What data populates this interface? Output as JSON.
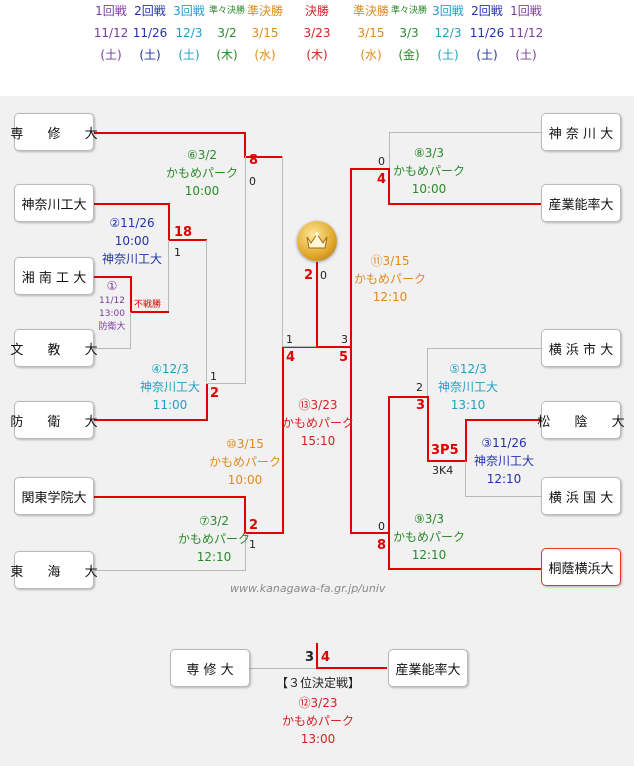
{
  "header": {
    "rounds": [
      {
        "label": "1回戦",
        "date": "11/12",
        "day": "(土)",
        "color": "#7a3c9c"
      },
      {
        "label": "2回戦",
        "date": "11/26",
        "day": "(土)",
        "color": "#2233aa"
      },
      {
        "label": "3回戦",
        "date": "12/3",
        "day": "(土)",
        "color": "#1f9fc4"
      },
      {
        "label": "準々決勝",
        "date": "3/2",
        "day": "(木)",
        "color": "#2a8a2a"
      },
      {
        "label": "準決勝",
        "date": "3/15",
        "day": "(水)",
        "color": "#e08a1c"
      },
      {
        "label": "決勝",
        "date": "3/23",
        "day": "(木)",
        "color": "#d42222"
      },
      {
        "label": "準決勝",
        "date": "3/15",
        "day": "(水)",
        "color": "#e08a1c"
      },
      {
        "label": "準々決勝",
        "date": "3/3",
        "day": "(金)",
        "color": "#2a8a2a"
      },
      {
        "label": "3回戦",
        "date": "12/3",
        "day": "(土)",
        "color": "#1f9fc4"
      },
      {
        "label": "2回戦",
        "date": "11/26",
        "day": "(土)",
        "color": "#2233aa"
      },
      {
        "label": "1回戦",
        "date": "11/12",
        "day": "(土)",
        "color": "#7a3c9c"
      }
    ]
  },
  "teams": {
    "l1": "専 修 大",
    "l2": "神奈川工大",
    "l3": "湘 南 工 大",
    "l4": "文 教 大",
    "l5": "防 衛 大",
    "l6": "関東学院大",
    "l7": "東 海 大",
    "r1": "神 奈 川 大",
    "r2": "産業能率大",
    "r3": "横 浜 市 大",
    "r4": "松 陰 大",
    "r5": "横 浜 国 大",
    "r6": "桐蔭横浜大",
    "t1": "専 修 大",
    "t2": "産業能率大"
  },
  "games": {
    "g1": {
      "no": "①",
      "date": "11/12",
      "venue": "13:00",
      "host": "防衛大",
      "forfeit": "不戦勝"
    },
    "g2": {
      "no": "②",
      "date": "11/26",
      "venue": "10:00",
      "host": "神奈川工大"
    },
    "g3": {
      "no": "③",
      "date": "11/26",
      "venue": "神奈川工大",
      "time": "12:10"
    },
    "g4": {
      "no": "④",
      "date": "12/3",
      "venue": "神奈川工大",
      "time": "11:00"
    },
    "g5": {
      "no": "⑤",
      "date": "12/3",
      "venue": "神奈川工大",
      "time": "13:10"
    },
    "g6": {
      "no": "⑥",
      "date": "3/2",
      "venue": "かもめパーク",
      "time": "10:00"
    },
    "g7": {
      "no": "⑦",
      "date": "3/2",
      "venue": "かもめパーク",
      "time": "12:10"
    },
    "g8": {
      "no": "⑧",
      "date": "3/3",
      "venue": "かもめパーク",
      "time": "10:00"
    },
    "g9": {
      "no": "⑨",
      "date": "3/3",
      "venue": "かもめパーク",
      "time": "12:10"
    },
    "g10": {
      "no": "⑩",
      "date": "3/15",
      "venue": "かもめパーク",
      "time": "10:00"
    },
    "g11": {
      "no": "⑪",
      "date": "3/15",
      "venue": "かもめパーク",
      "time": "12:10"
    },
    "g12": {
      "no": "⑫",
      "date": "3/23",
      "venue": "かもめパーク",
      "time": "13:00",
      "label": "【３位決定戦】"
    },
    "g13": {
      "no": "⑬",
      "date": "3/23",
      "venue": "かもめパーク",
      "time": "15:10"
    }
  },
  "scores": {
    "g6_win": "8",
    "g6_lose": "0",
    "g2_win": "18",
    "g2_lose": "1",
    "g4_win": "2",
    "g4_lose": "1",
    "g7_win": "2",
    "g7_lose": "1",
    "g10_win": "4",
    "g10_lose": "1",
    "final_l": "2",
    "final_r": "0",
    "g11_win": "5",
    "g11_lose": "3",
    "g8_win": "4",
    "g8_lose": "0",
    "g5_win": "3",
    "g5_lose": "2",
    "g3_win": "3P5",
    "g3_lose": "3K4",
    "g9_win": "8",
    "g9_lose": "0",
    "g12_l": "3",
    "g12_r": "4"
  },
  "url": "www.kanagawa-fa.gr.jp/univ"
}
